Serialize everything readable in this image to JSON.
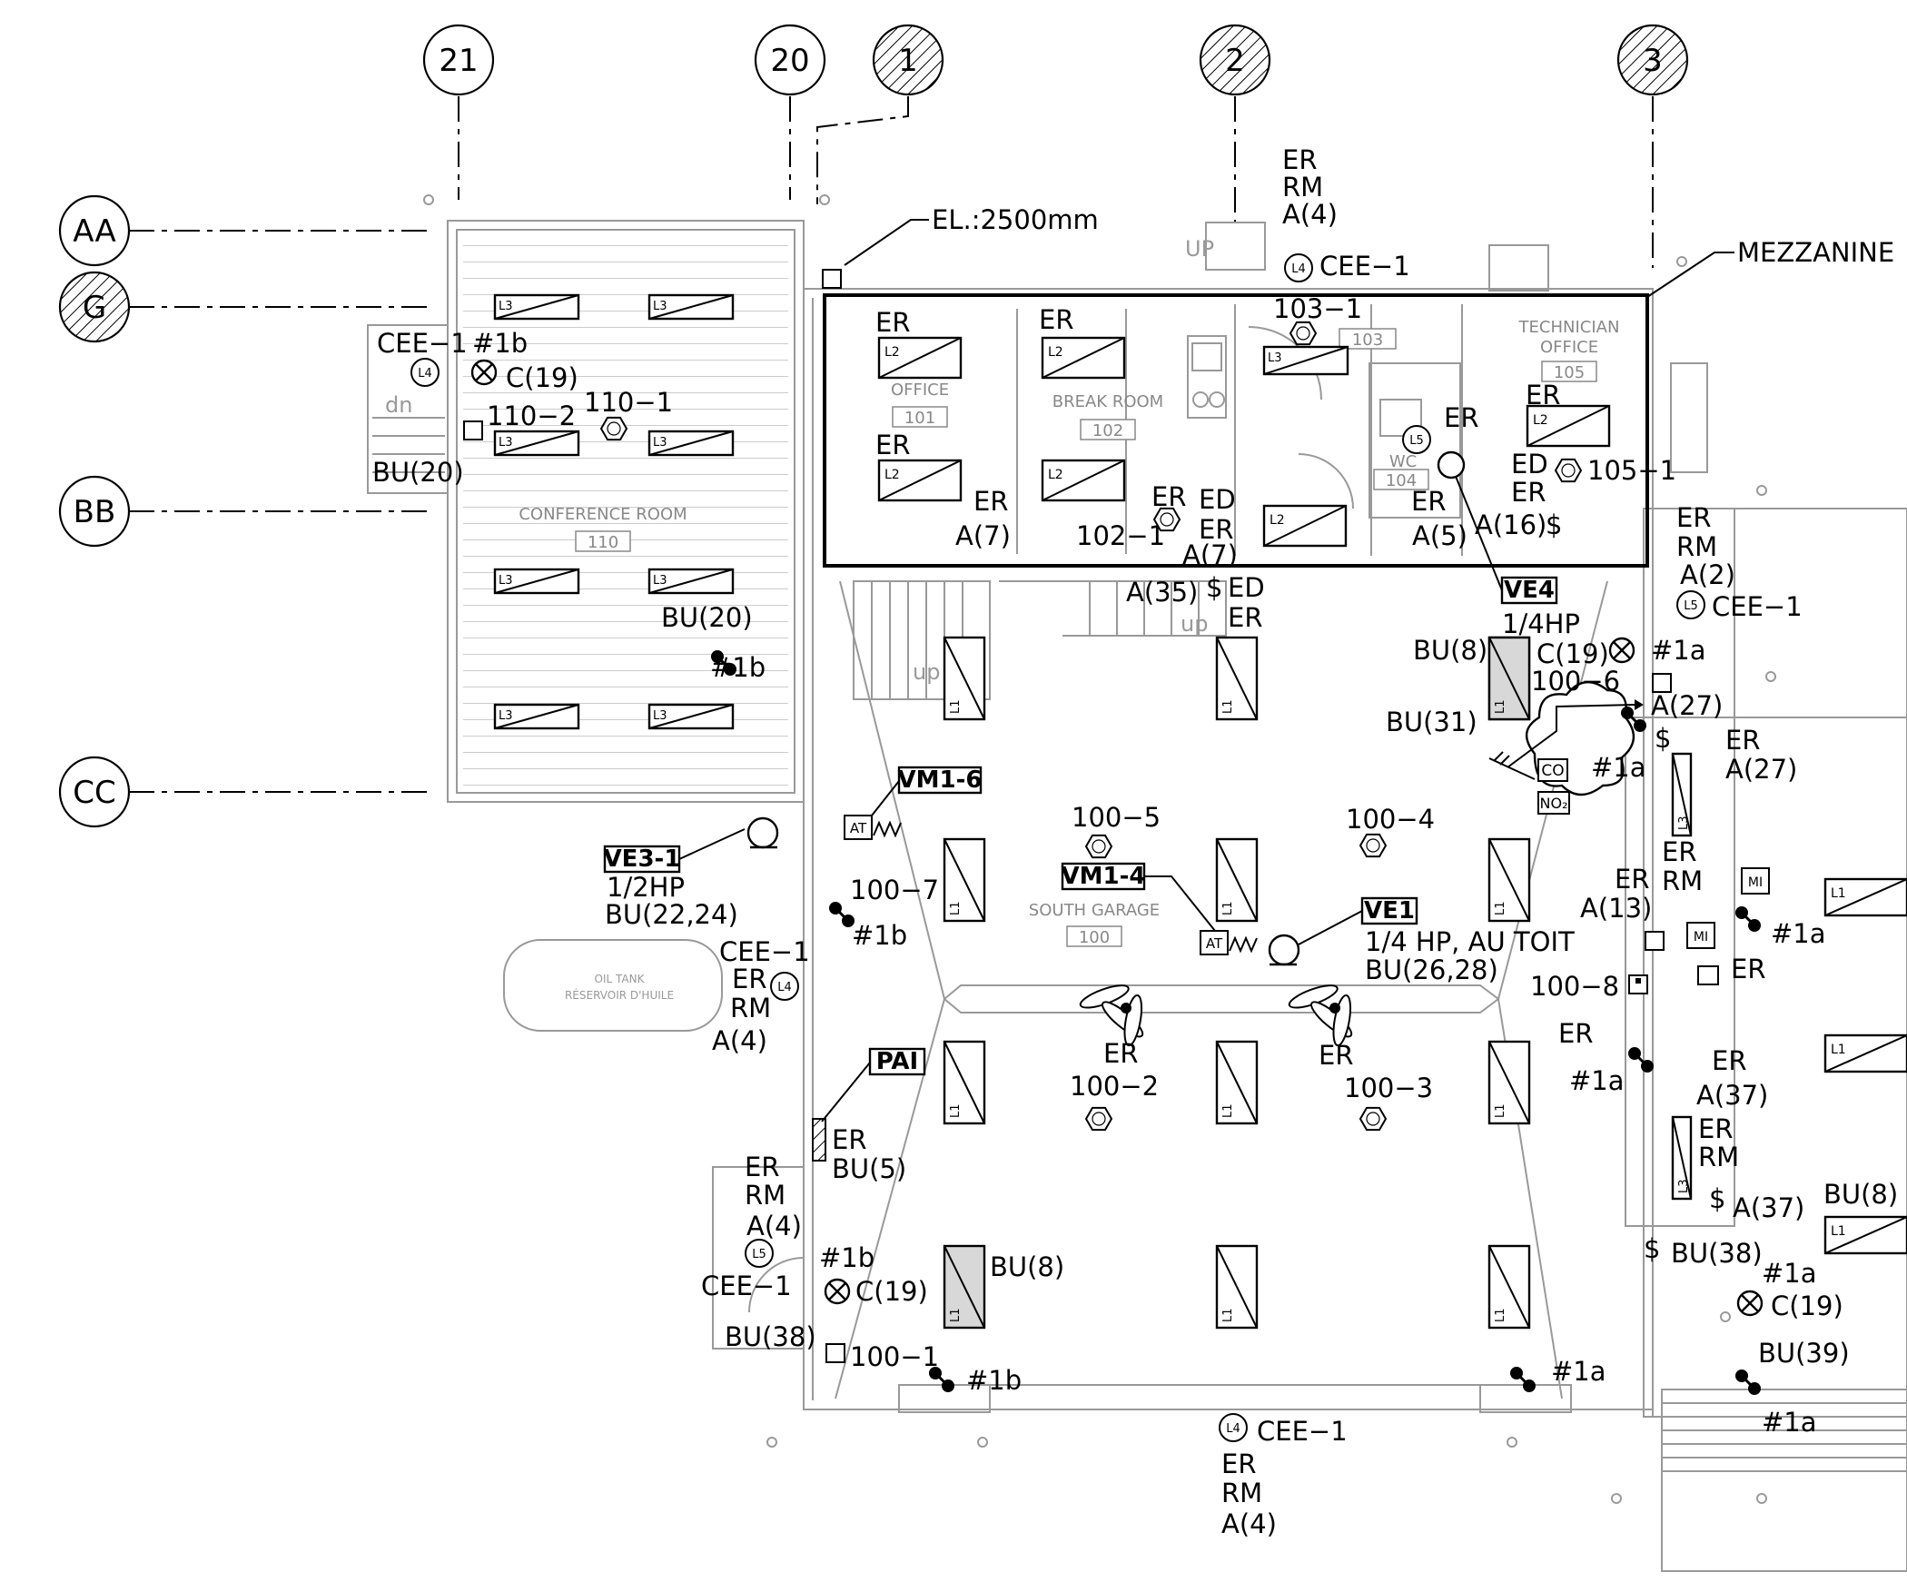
{
  "grid": {
    "columns": [
      {
        "label": "21",
        "hatched": false
      },
      {
        "label": "20",
        "hatched": false
      },
      {
        "label": "1",
        "hatched": true
      },
      {
        "label": "2",
        "hatched": true
      },
      {
        "label": "3",
        "hatched": true
      }
    ],
    "rows": [
      {
        "label": "AA",
        "hatched": false
      },
      {
        "label": "G",
        "hatched": true
      },
      {
        "label": "BB",
        "hatched": false
      },
      {
        "label": "CC",
        "hatched": false
      }
    ]
  },
  "callouts": {
    "elevation": "EL.:2500mm",
    "mezzanine": "MEZZANINE"
  },
  "rooms": [
    {
      "name": "CONFERENCE ROOM",
      "number": "110"
    },
    {
      "name": "OFFICE",
      "number": "101"
    },
    {
      "name": "BREAK ROOM",
      "number": "102"
    },
    {
      "name": "",
      "number": "103"
    },
    {
      "name": "WC",
      "number": "104"
    },
    {
      "name": "TECHNICIAN",
      "name2": "OFFICE",
      "number": "105"
    },
    {
      "name": "SOUTH GARAGE",
      "number": "100"
    },
    {
      "name": "OIL TANK",
      "name2": "RÉSERVOIR D'HUILE"
    }
  ],
  "equipment_tags": [
    "VE3-1",
    "VM1-6",
    "VM1-4",
    "VE1",
    "VE4",
    "PAI"
  ],
  "equipment_specs": {
    "ve3_hp": "1/2HP",
    "ve3_circuit": "BU(22,24)",
    "ve1_hp": "1/4  HP,  AU  TOIT",
    "ve1_circuit": "BU(26,28)",
    "ve4_hp": "1/4HP"
  },
  "fixture_codes": [
    "L1",
    "L2",
    "L3",
    "L4",
    "L5"
  ],
  "labels": {
    "cee1": "CEE−1",
    "er": "ER",
    "rm": "RM",
    "ed": "ED",
    "a4": "A(4)",
    "a2": "A(2)",
    "a5": "A(5)",
    "a7": "A(7)",
    "a13": "A(13)",
    "a16": "A(16)",
    "a27": "A(27)",
    "a35": "A(35)",
    "a37": "A(37)",
    "c19": "C(19)",
    "bu5": "BU(5)",
    "bu8": "BU(8)",
    "bu20": "BU(20)",
    "bu31": "BU(31)",
    "bu38": "BU(38)",
    "bu39": "BU(39)",
    "n1a": "#1a",
    "n1b": "#1b",
    "c1001": "100−1",
    "c1002": "100−2",
    "c1003": "100−3",
    "c1004": "100−4",
    "c1005": "100−5",
    "c1006": "100−6",
    "c1007": "100−7",
    "c1008": "100−8",
    "c1021": "102−1",
    "c1031": "103−1",
    "c1051": "105−1",
    "c1101": "110−1",
    "c1102": "110−2",
    "co": "CO",
    "no2": "NO₂",
    "at": "AT",
    "mi": "MI",
    "up": "UP",
    "up_l": "up",
    "dn": "dn"
  }
}
